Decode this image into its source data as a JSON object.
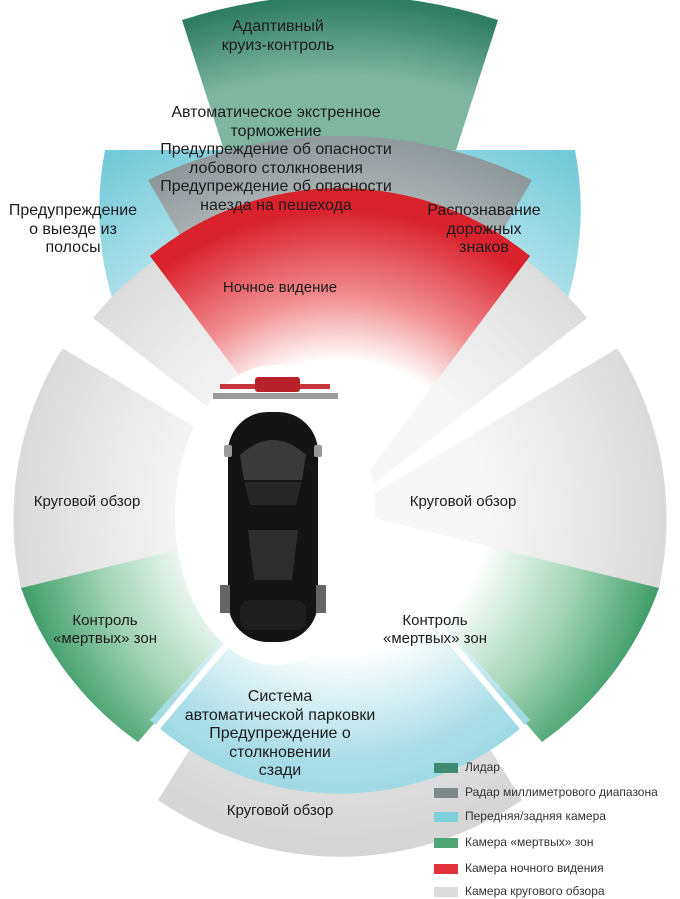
{
  "colors": {
    "lidar": "#3f8b72",
    "radar": "#7d8a8b",
    "front_rear_camera": "#7fcfdb",
    "blind_spot_camera": "#4fa476",
    "night_vision_camera": "#e0343a",
    "surround_camera": "#dcdcdc"
  },
  "zones": {
    "acc": "Адаптивный\nкруиз-контроль",
    "aeb": "Автоматическое экстренное\nторможение\nПредупреждение об опасности\nлобового столкновения\nПредупреждение об опасности\nнаезда на пешехода",
    "ldw": "Предупреждение\nо выезде из\nполосы",
    "tsr": "Распознавание\nдорожных\nзнаков",
    "night_vision": "Ночное видение",
    "surround_left": "Круговой обзор",
    "surround_right": "Круговой обзор",
    "blind_left": "Контроль\n«мертвых» зон",
    "blind_right": "Контроль\n«мертвых» зон",
    "parking": "Система\nавтоматической парковки\nПредупреждение о\nстолкновении\nсзади",
    "surround_rear": "Круговой обзор"
  },
  "legend": [
    {
      "label": "Лидар",
      "color": "#3f8b72"
    },
    {
      "label": "Радар миллиметрового диапазона",
      "color": "#7d8a8b"
    },
    {
      "label": "Передняя/задняя камера",
      "color": "#7fcfdb"
    },
    {
      "label": "Камера «мертвых» зон",
      "color": "#4fa476"
    },
    {
      "label": "Камера ночного видения",
      "color": "#e0343a"
    },
    {
      "label": "Камера кругового обзора",
      "color": "#dcdcdc"
    }
  ]
}
